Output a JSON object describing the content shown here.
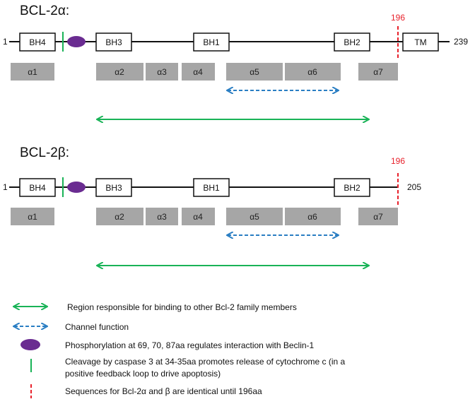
{
  "proteins": [
    {
      "title": "BCL-2α:",
      "start": "1",
      "end": "239",
      "marker": "196",
      "domains": [
        "BH4",
        "BH3",
        "BH1",
        "BH2",
        "TM"
      ],
      "helices": [
        "α1",
        "α2",
        "α3",
        "α4",
        "α5",
        "α6",
        "α7"
      ]
    },
    {
      "title": "BCL-2β:",
      "start": "1",
      "end": "205",
      "marker": "196",
      "domains": [
        "BH4",
        "BH3",
        "BH1",
        "BH2"
      ],
      "helices": [
        "α1",
        "α2",
        "α3",
        "α4",
        "α5",
        "α6",
        "α7"
      ]
    }
  ],
  "legend": {
    "binding": "Region responsible for binding to other Bcl-2 family members",
    "channel": "Channel function",
    "phospho": "Phosphorylation at 69, 70, 87aa regulates interaction with Beclin-1",
    "cleavage_line1": "Cleavage by caspase 3 at 34-35aa promotes release of cytochrome c (in a",
    "cleavage_line2": "positive feedback loop to drive apoptosis)",
    "identical": "Sequences for Bcl-2α and β are identical until 196aa"
  },
  "colors": {
    "binding_arrow": "#19b357",
    "channel_arrow": "#2a7ec3",
    "phospho": "#6a2c91",
    "cleavage": "#19b357",
    "marker": "#e8212b",
    "helix": "#a6a6a6"
  }
}
